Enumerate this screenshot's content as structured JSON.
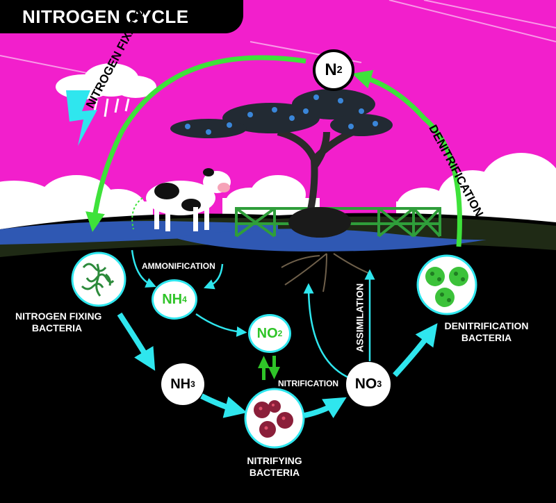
{
  "title": "NITROGEN CYCLE",
  "colors": {
    "sky": "#f21fcc",
    "cloud": "#ffffff",
    "ground": "#000000",
    "water": "#2f58b3",
    "grass": "#1f2a15",
    "green_arrow": "#3ee23a",
    "cyan_arrow": "#2fe6ee",
    "node_fill": "#ffffff",
    "node_border": "#2fe6ee",
    "chem_green": "#2fc428",
    "denit_bacteria": "#3cc23a",
    "nitrifying_bacteria": "#8b1f3a"
  },
  "labels": {
    "nitrogen_fixation": "NITROGEN FIXATION",
    "denitrification": "DENITRIFICATION",
    "ammonification": "AMMONIFICATION",
    "assimilation": "ASSIMILATION",
    "nitrification": "NITRIFICATION",
    "nitrogen_fixing_bacteria_1": "NITROGEN FIXING",
    "nitrogen_fixing_bacteria_2": "BACTERIA",
    "denitrification_bacteria_1": "DENITRIFICATION",
    "denitrification_bacteria_2": "BACTERIA",
    "nitrifying_bacteria_1": "NITRIFYING",
    "nitrifying_bacteria_2": "BACTERIA"
  },
  "nodes": {
    "n2": {
      "base": "N",
      "sub": "2"
    },
    "nh4": {
      "base": "NH",
      "sub": "4"
    },
    "no2": {
      "base": "NO",
      "sub": "2"
    },
    "nh3": {
      "base": "NH",
      "sub": "3"
    },
    "no3": {
      "base": "NO",
      "sub": "3"
    }
  }
}
